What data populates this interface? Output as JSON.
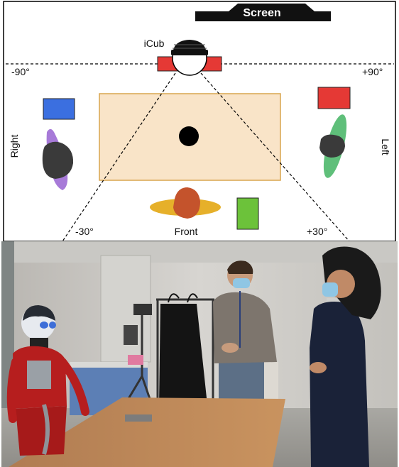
{
  "diagram": {
    "screen_label": "Screen",
    "robot_label": "iCub",
    "angle_left": "-90°",
    "angle_right": "+90°",
    "angle_front_left": "-30°",
    "angle_front_right": "+30°",
    "side_right": "Right",
    "side_left": "Left",
    "side_front": "Front",
    "colors": {
      "table": "#f9e4c8",
      "table_border": "#d9a54f",
      "robot_marker": "#e53935",
      "right_marker": "#3b6fe0",
      "left_marker": "#e53935",
      "front_marker": "#6cc23a",
      "right_person": "#a77ad8",
      "left_person": "#5fbf7a",
      "front_person": "#e6b02a",
      "head": "#3a3a3a",
      "front_head": "#c4532c"
    }
  },
  "photo": {
    "icons": [
      "icub-robot",
      "experimenter-man",
      "participant-woman",
      "table",
      "camera-tripod",
      "clothes-rack"
    ]
  }
}
